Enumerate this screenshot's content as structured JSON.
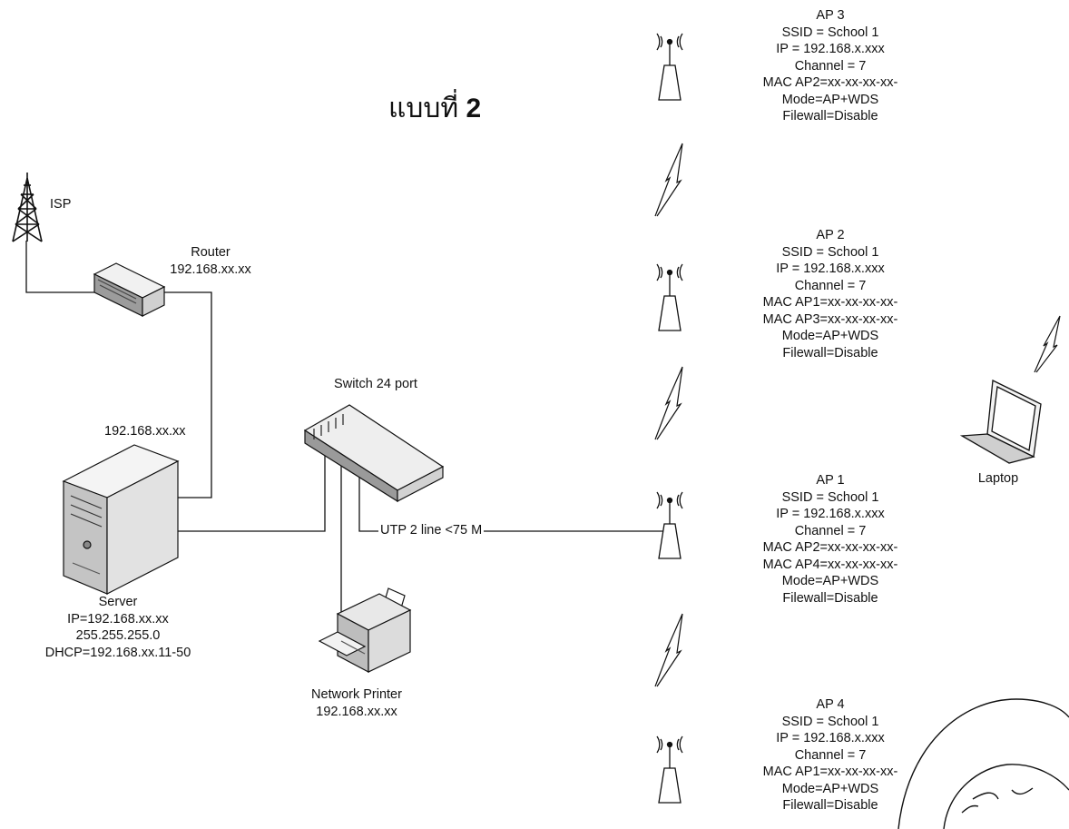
{
  "title": {
    "text": "แบบที่",
    "number": "2"
  },
  "isp": {
    "label": "ISP"
  },
  "router": {
    "name": "Router",
    "ip": "192.168.xx.xx"
  },
  "server_link_ip": "192.168.xx.xx",
  "server": {
    "name": "Server",
    "ip": "IP=192.168.xx.xx",
    "mask": "255.255.255.0",
    "dhcp": "DHCP=192.168.xx.11-50"
  },
  "switch": {
    "name": "Switch 24 port"
  },
  "utp_link": "UTP 2 line  <75 M",
  "printer": {
    "name": "Network Printer",
    "ip": "192.168.xx.xx"
  },
  "laptop": {
    "name": "Laptop"
  },
  "access_points": {
    "ap3": {
      "name": "AP 3",
      "lines": [
        "SSID = School 1",
        "IP = 192.168.x.xxx",
        "Channel = 7",
        "MAC AP2=xx-xx-xx-xx-",
        "Mode=AP+WDS",
        "Filewall=Disable"
      ]
    },
    "ap2": {
      "name": "AP 2",
      "lines": [
        "SSID = School 1",
        "IP = 192.168.x.xxx",
        "Channel = 7",
        "MAC AP1=xx-xx-xx-xx-",
        "MAC AP3=xx-xx-xx-xx-",
        "Mode=AP+WDS",
        "Filewall=Disable"
      ]
    },
    "ap1": {
      "name": "AP 1",
      "lines": [
        "SSID = School 1",
        "IP = 192.168.x.xxx",
        "Channel = 7",
        "MAC AP2=xx-xx-xx-xx-",
        "MAC AP4=xx-xx-xx-xx-",
        "Mode=AP+WDS",
        "Filewall=Disable"
      ]
    },
    "ap4": {
      "name": "AP 4",
      "lines": [
        "SSID = School 1",
        "IP = 192.168.x.xxx",
        "Channel = 7",
        "MAC AP1=xx-xx-xx-xx-",
        "Mode=AP+WDS",
        "Filewall=Disable"
      ]
    }
  },
  "colors": {
    "line": "#111111",
    "device_light": "#e4e4e4",
    "device_dark": "#555555"
  }
}
